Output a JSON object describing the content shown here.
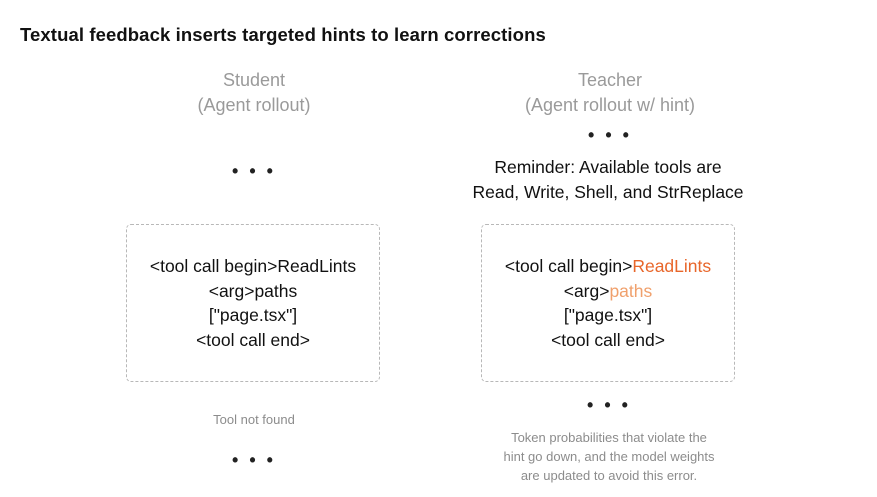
{
  "title": "Textual feedback inserts targeted hints to learn corrections",
  "student": {
    "heading": "Student",
    "subheading": "(Agent rollout)",
    "dots_top": "• • •",
    "code": {
      "line1_prefix": "<tool call begin>",
      "line1_name": "ReadLints",
      "line2_prefix": "<arg>",
      "line2_arg": "paths",
      "line3": "[\"page.tsx\"]",
      "line4": "<tool call end>"
    },
    "result": "Tool not found",
    "dots_bottom": "• • •"
  },
  "teacher": {
    "heading": "Teacher",
    "subheading": "(Agent rollout w/ hint)",
    "dots_top": "• • •",
    "hint_line1": "Reminder: Available tools are",
    "hint_line2": "Read, Write, Shell, and StrReplace",
    "code": {
      "line1_prefix": "<tool call begin>",
      "line1_name": "ReadLints",
      "line2_prefix": "<arg>",
      "line2_arg": "paths",
      "line3": "[\"page.tsx\"]",
      "line4": "<tool call end>"
    },
    "dots_bottom": "• • •",
    "note_line1": "Token probabilities that violate the",
    "note_line2": "hint go down, and the model weights",
    "note_line3": "are updated to avoid this error."
  },
  "colors": {
    "highlight_strong": "#e8662a",
    "highlight_light": "#f0a06c",
    "heading_gray": "#9a9a9a",
    "note_gray": "#8c8c8c"
  }
}
